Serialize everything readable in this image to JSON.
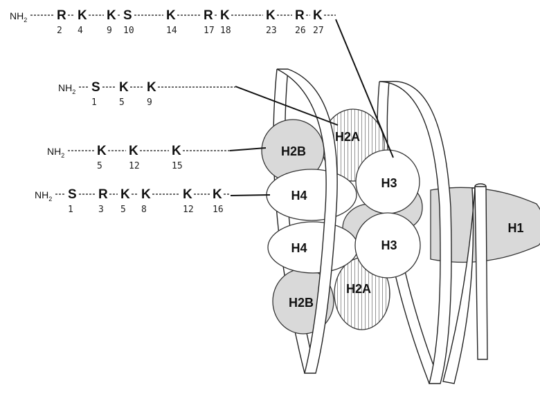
{
  "tails": [
    {
      "id": "h3-tail",
      "nh2": "NH",
      "nh2_sub": "2",
      "residues": [
        {
          "aa": "R",
          "pos": "2"
        },
        {
          "aa": "K",
          "pos": "4"
        },
        {
          "aa": "K",
          "pos": "9"
        },
        {
          "aa": "S",
          "pos": "10"
        },
        {
          "aa": "K",
          "pos": "14"
        },
        {
          "aa": "R",
          "pos": "17"
        },
        {
          "aa": "K",
          "pos": "18"
        },
        {
          "aa": "K",
          "pos": "23"
        },
        {
          "aa": "R",
          "pos": "26"
        },
        {
          "aa": "K",
          "pos": "27"
        }
      ]
    },
    {
      "id": "h2a-tail",
      "nh2": "NH",
      "nh2_sub": "2",
      "residues": [
        {
          "aa": "S",
          "pos": "1"
        },
        {
          "aa": "K",
          "pos": "5"
        },
        {
          "aa": "K",
          "pos": "9"
        }
      ]
    },
    {
      "id": "h2b-tail",
      "nh2": "NH",
      "nh2_sub": "2",
      "residues": [
        {
          "aa": "K",
          "pos": "5"
        },
        {
          "aa": "K",
          "pos": "12"
        },
        {
          "aa": "K",
          "pos": "15"
        }
      ]
    },
    {
      "id": "h4-tail",
      "nh2": "NH",
      "nh2_sub": "2",
      "residues": [
        {
          "aa": "S",
          "pos": "1"
        },
        {
          "aa": "R",
          "pos": "3"
        },
        {
          "aa": "K",
          "pos": "5"
        },
        {
          "aa": "K",
          "pos": "8"
        },
        {
          "aa": "K",
          "pos": "12"
        },
        {
          "aa": "K",
          "pos": "16"
        }
      ]
    }
  ],
  "histones": {
    "h2a_top": "H2A",
    "h2b_top": "H2B",
    "h3_top": "H3",
    "h4_top": "H4",
    "h4_bottom": "H4",
    "h3_bottom": "H3",
    "h2b_bottom": "H2B",
    "h2a_bottom": "H2A",
    "h1": "H1"
  },
  "colors": {
    "gray_fill": "#d9d9d9",
    "white_fill": "#ffffff",
    "stroke": "#222222"
  }
}
